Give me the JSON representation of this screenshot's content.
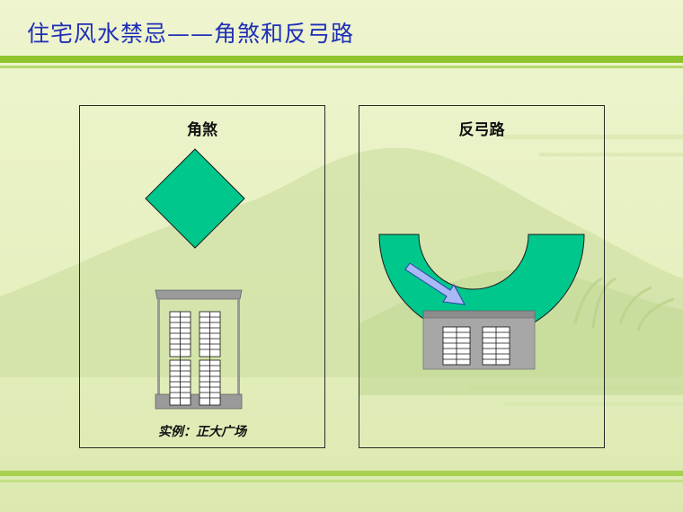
{
  "slide": {
    "title": "住宅风水禁忌——角煞和反弓路"
  },
  "panels": {
    "left": {
      "title": "角煞",
      "caption": "实例：正大广场"
    },
    "right": {
      "title": "反弓路"
    }
  },
  "colors": {
    "title_text": "#1f2fb8",
    "accent_green": "#00c78c",
    "band_green": "#8fc42e",
    "building_gray": "#a7a7a7",
    "arrow_fill": "#a9b9f5"
  },
  "icons": {
    "sharp_corner_shape": "diamond",
    "building": "building-icon",
    "road": "curved-road-shape",
    "arrow": "arrow-icon"
  }
}
